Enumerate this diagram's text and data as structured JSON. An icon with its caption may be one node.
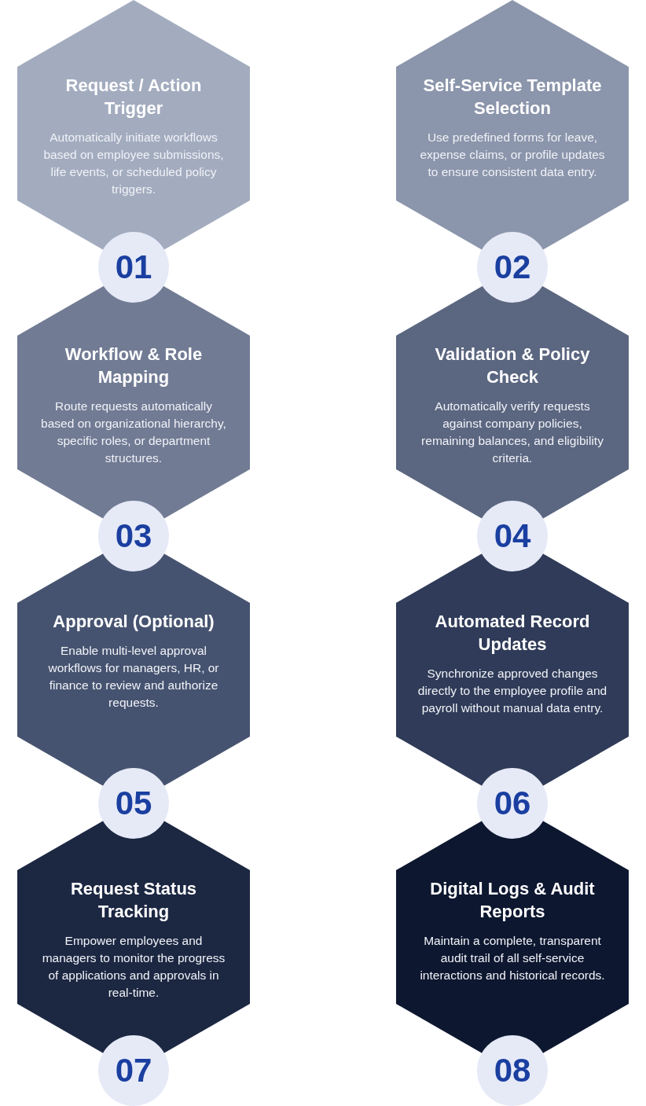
{
  "diagram": {
    "nodes": [
      {
        "text": [
          "Request / Action Trigger",
          "Automatically initiate workflows based on employee submissions, life events, or scheduled policy triggers."
        ]
      },
      {
        "text": [
          "01"
        ]
      },
      {
        "text": [
          "Self-Service Template Selection",
          "Use predefined forms for leave, expense claims, or profile updates to ensure consistent data entry."
        ]
      },
      {
        "text": [
          "02"
        ]
      },
      {
        "text": [
          "Workflow & Role Mapping",
          "Route requests automatically based on organizational hierarchy, specific roles, or department structures."
        ]
      },
      {
        "text": [
          "03"
        ]
      },
      {
        "text": [
          "Validation & Policy Check",
          "Automatically verify requests against company policies, remaining balances, and eligibility criteria."
        ]
      },
      {
        "text": [
          "04"
        ]
      },
      {
        "text": [
          "Approval (Optional)",
          "Enable multi-level approval workflows for managers, HR, or finance to review and authorize requests."
        ]
      },
      {
        "text": [
          "05"
        ]
      },
      {
        "text": [
          "Automated Record Updates",
          "Synchronize approved changes directly to the employee profile and payroll without manual data entry."
        ]
      },
      {
        "text": [
          "06"
        ]
      },
      {
        "text": [
          "Request Status Tracking",
          "Empower employees and managers to monitor the progress of applications and approvals in real-time."
        ]
      },
      {
        "text": [
          "07"
        ]
      },
      {
        "text": [
          "Digital Logs & Audit Reports",
          "Maintain a complete, transparent audit trail of all self-service interactions and historical records."
        ]
      },
      {
        "text": [
          "08"
        ]
      }
    ]
  }
}
